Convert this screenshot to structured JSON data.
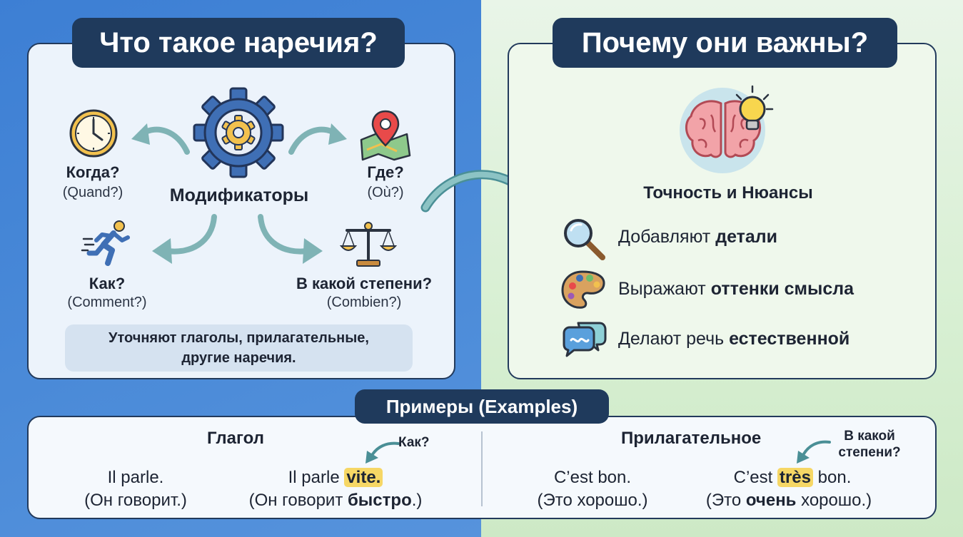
{
  "left": {
    "title": "Что такое наречия?",
    "center_label": "Модификаторы",
    "when": {
      "label": "Когда?",
      "sub": "(Quand?)"
    },
    "where": {
      "label": "Где?",
      "sub": "(Où?)"
    },
    "how": {
      "label": "Как?",
      "sub": "(Comment?)"
    },
    "degree": {
      "label": "В какой степени?",
      "sub": "(Combien?)"
    },
    "note_line1": "Уточняют глаголы, прилагательные,",
    "note_line2": "другие наречия."
  },
  "right": {
    "title": "Почему они важны?",
    "subtitle": "Точность и Нюансы",
    "items": [
      {
        "text": "Добавляют ",
        "bold": "детали"
      },
      {
        "text": "Выражают ",
        "bold": "оттенки смысла"
      },
      {
        "text": "Делают речь ",
        "bold": "естественной"
      }
    ]
  },
  "examples": {
    "title": "Примеры (Examples)",
    "verb": {
      "heading": "Глагол",
      "question": "Как?",
      "plain_fr": "Il parle.",
      "plain_ru": "(Он говорит.)",
      "adv_fr_pre": "Il parle ",
      "adv_fr_word": "vite.",
      "adv_ru_pre": "(Он говорит ",
      "adv_ru_word": "быстро",
      "adv_ru_post": ".)"
    },
    "adjective": {
      "heading": "Прилагательное",
      "question_line1": "В какой",
      "question_line2": "степени?",
      "plain_fr": "C’est bon.",
      "plain_ru": "(Это хорошо.)",
      "adv_fr_pre": "C’est ",
      "adv_fr_word": "très",
      "adv_fr_post": " bon.",
      "adv_ru_pre": "(Это ",
      "adv_ru_word": "очень",
      "adv_ru_post": " хорошо.)"
    }
  },
  "colors": {
    "navy": "#1f3a5c",
    "left_bg": "#4a8ad8",
    "right_bg": "#d7efd2",
    "arrow": "#7fb3b5",
    "highlight": "#f6d765"
  }
}
